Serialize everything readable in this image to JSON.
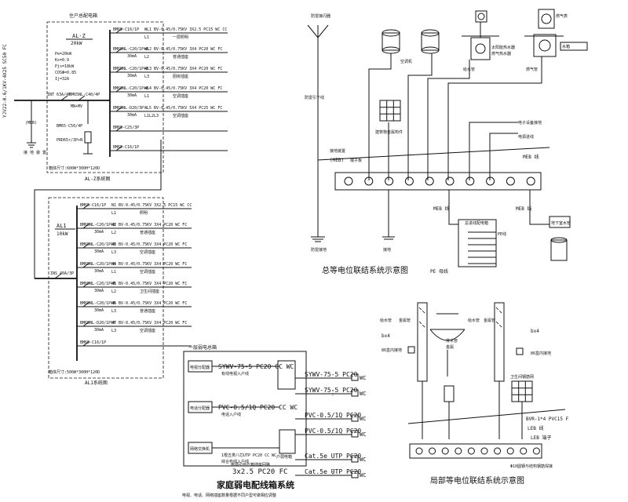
{
  "al_box": {
    "title": "住户总配电箱",
    "panel_name": "AL-Z",
    "power": "20kW",
    "params": [
      "Pe=20kW",
      "Kx=0.9",
      "Pjs=18kW",
      "COSΦ=0.85",
      "Ij=32A"
    ],
    "incoming_cable": "YJV22-0.6/1KV-4X25 SC50 FC",
    "main_switch": "INT 63A/4P",
    "rcd": "BM65NL-C40/4P",
    "rcd_sub": "MN+MV",
    "spd_breaker": "BM65-C50/4P",
    "spd": "PRD65r/3P+N",
    "ground_label": "(MEB)",
    "ground_note": "接 地 装 置",
    "size_note": "箱体尺寸:600W*300H*120D",
    "caption": "AL-Z系统图",
    "circuits": [
      {
        "breaker": "BM65-C16/1P",
        "leak": "",
        "cable": "WL1  BV-0.45/0.75KV 3X2.5 PC15 WC CC",
        "phase": "L1",
        "use": "一层照明"
      },
      {
        "breaker": "BM65NL-C20/1P+N",
        "leak": "30mA",
        "cable": "WL2  BV-0.45/0.75KV 3X4 PC20 WC FC",
        "phase": "L2",
        "use": "普通插座"
      },
      {
        "breaker": "BM65NL-C20/1P+N",
        "leak": "30mA",
        "cable": "WL3  BV-0.45/0.75KV 3X4 PC20 WC FC",
        "phase": "L3",
        "use": "厨房插座"
      },
      {
        "breaker": "BM65NL-C20/1P+N",
        "leak": "30mA",
        "cable": "WL4  BV-0.45/0.75KV 3X4 PC20 WC FC",
        "phase": "L1",
        "use": "空调插座"
      },
      {
        "breaker": "BM65NL-D20/3P",
        "leak": "30mA",
        "cable": "WL5  BV-0.45/0.75KV 5X4 PC25 WC FC",
        "phase": "L1L2L3",
        "use": "空调插座"
      },
      {
        "breaker": "BM65-C25/3P",
        "leak": "",
        "cable": "",
        "phase": "",
        "use": ""
      },
      {
        "breaker": "BM65-C16/1P",
        "leak": "",
        "cable": "",
        "phase": "",
        "use": ""
      }
    ]
  },
  "al1_box": {
    "panel_name": "AL1",
    "power": "10kW",
    "main_switch": "INS 40A/3P",
    "size_note": "箱体尺寸:500W*300H*120D",
    "caption": "AL1系统图",
    "circuits": [
      {
        "breaker": "BM65-C16/1P",
        "leak": "",
        "cable": "N1  BV-0.45/0.75KV 3X2.5 PC15 WC CC",
        "phase": "L1",
        "use": "照明"
      },
      {
        "breaker": "BM65NL-C20/1P+N",
        "leak": "30mA",
        "cable": "N2  BV-0.45/0.75KV 3X4 PC20 WC FC",
        "phase": "L2",
        "use": "普通插座"
      },
      {
        "breaker": "BM65NL-C20/1P+N",
        "leak": "30mA",
        "cable": "N3  BV-0.45/0.75KV 3X4 PC20 WC FC",
        "phase": "L3",
        "use": "空调插座"
      },
      {
        "breaker": "BM65NL-C20/1P+N",
        "leak": "30mA",
        "cable": "N4  BV-0.45/0.75KV 3X4 PC20 WC FC",
        "phase": "L1",
        "use": "空调插座"
      },
      {
        "breaker": "BM65NL-C20/1P+N",
        "leak": "30mA",
        "cable": "N5  BV-0.45/0.75KV 3X4 PC20 WC FC",
        "phase": "L2",
        "use": "卫生间插座"
      },
      {
        "breaker": "BM65NL-C20/1P+N",
        "leak": "30mA",
        "cable": "N6  BV-0.45/0.75KV 3X4 PC20 WC FC",
        "phase": "L3",
        "use": "普通插座"
      },
      {
        "breaker": "BM65NL-D20/1P+N",
        "leak": "30mA",
        "cable": "N7  BV-0.45/0.75KV 3X4 PC20 WC FC",
        "phase": "L3",
        "use": "空调插座"
      },
      {
        "breaker": "BM65-C16/1P",
        "leak": "",
        "cable": "",
        "phase": "",
        "use": ""
      }
    ]
  },
  "weak_box": {
    "box_title": "一层弱电总箱",
    "caption": "家庭弱电配线箱系统",
    "note": "电视、电话、网络插座数量根据不同户型可做相应调整",
    "left_labels": [
      "电视分配器",
      "电话分配器",
      "网络交换机"
    ],
    "left_sub": [
      "有线电视入户线",
      "电话入户线",
      "1根五类八芯UTP PC20 CC WC"
    ],
    "left_sub2": [
      "",
      "",
      "综合布线入户线"
    ],
    "left_cables": [
      "SYWV-75-5 PC20 CC WC",
      "PVC-0.5/1Q PC20 CC WC",
      ""
    ],
    "power_note": "电源引自户箱插座回路",
    "power_cable": "3x2.5 PC20 FC",
    "side_label": "户弱电箱",
    "outputs": [
      "SYWV-75-5 PC20",
      "SYWV-75-5 PC20",
      "PVC-0.5/1Q PC20",
      "PVC-0.5/1Q PC20",
      "Cat.5e UTP PC20",
      "Cat.5e UTP PC20"
    ],
    "output_suffix": "WC",
    "dots": [
      "⋮",
      "⋮",
      "⋮"
    ]
  },
  "meb": {
    "caption": "总等电位联结系统示意图",
    "antenna_label": "防雷接闪器",
    "downlead": "防雷引下线",
    "pipe1": "给水管",
    "pipe2": "热水管",
    "ac_label": "空调机",
    "box1": "水箱",
    "box2": "燃气表",
    "mixer": "太阳能热水器",
    "mixer_sub": "燃气热水器",
    "pipe3": "给水管",
    "pipe4": "燃气管",
    "grid_label": "建筑物金属构件",
    "elec_label": "电子设备接地",
    "power_label": "电源进线",
    "ground_label": "接地装置",
    "earth1": "防雷接地",
    "earth2": "接地",
    "meb_label": "(MEB)",
    "meb_sub": "端子板",
    "meb_right": "MEB 线",
    "meb_left": "MEB 线",
    "meb_mid": "MEB 线",
    "pe_label": "PE线",
    "pe_box": "总进线配电箱",
    "pe_bottom": "PE 母线",
    "right_box": "地下室水管",
    "dot_count": 10
  },
  "leb": {
    "caption": "局部等电位联结系统示意图",
    "left_label": "给水管",
    "left_label2": "金属管",
    "right_label": "给水管",
    "right_label2": "金属管",
    "bx": "bx4",
    "bx_right": "bx4",
    "left_86": "86盒内接地",
    "right_86": "86盒内接地",
    "pipe_label": "排水管",
    "pipe_label2": "金属",
    "grid_label": "卫生间钢筋网",
    "bvr": "BVR-1*4 PVC15 F",
    "leb_line": "LEB 线",
    "leb_box": "LEB 端子",
    "bottom_note": "Φ10圆钢与结构钢筋焊接",
    "dot_count": 10
  }
}
